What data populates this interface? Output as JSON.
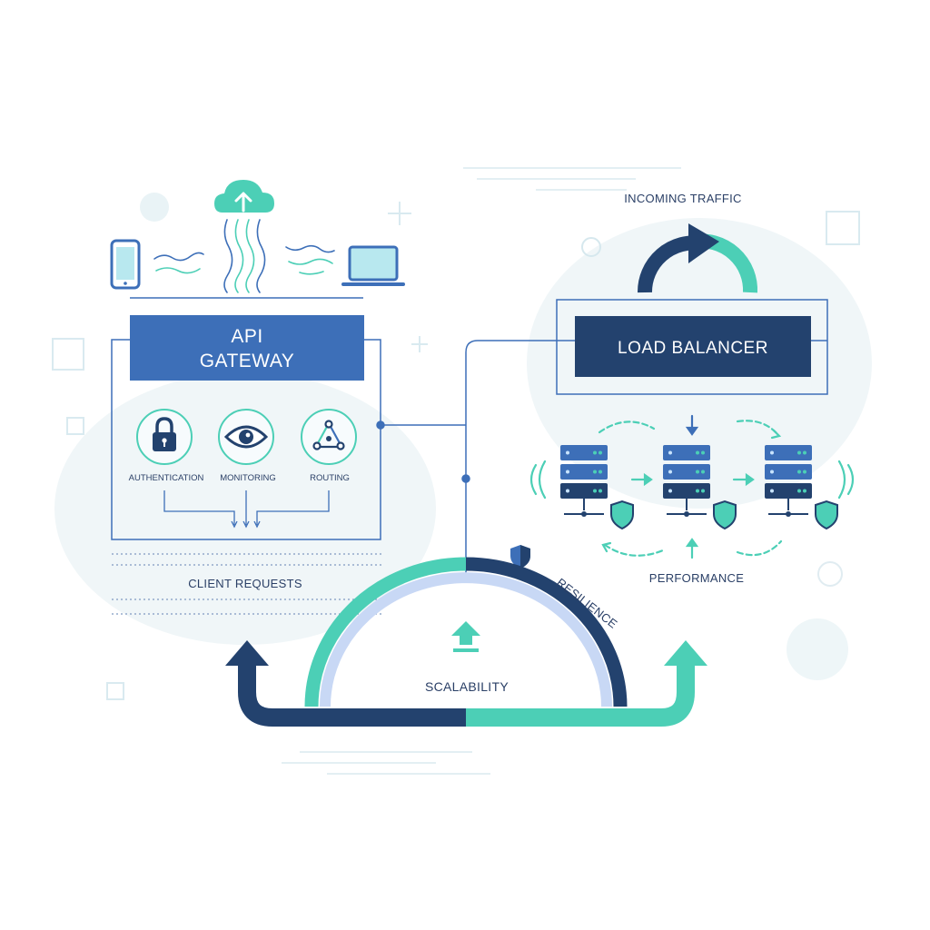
{
  "gateway": {
    "title_line1": "API",
    "title_line2": "GATEWAY",
    "features": [
      {
        "label": "AUTHENTICATION",
        "icon": "lock-icon"
      },
      {
        "label": "MONITORING",
        "icon": "eye-icon"
      },
      {
        "label": "ROUTING",
        "icon": "routing-icon"
      }
    ],
    "client_requests_label": "CLIENT REQUESTS"
  },
  "traffic": {
    "incoming_label": "INCOMING TRAFFIC"
  },
  "load_balancer": {
    "title": "LOAD BALANCER",
    "performance_label": "PERFORMANCE"
  },
  "arch": {
    "scalability_label": "SCALABILITY",
    "resilience_label": "RESILIENCE"
  },
  "colors": {
    "navy": "#23426e",
    "blue": "#3d6fb8",
    "teal": "#4ccfb6",
    "light_blue": "#c8d8f5",
    "bg_blob": "#f0f6f8"
  }
}
